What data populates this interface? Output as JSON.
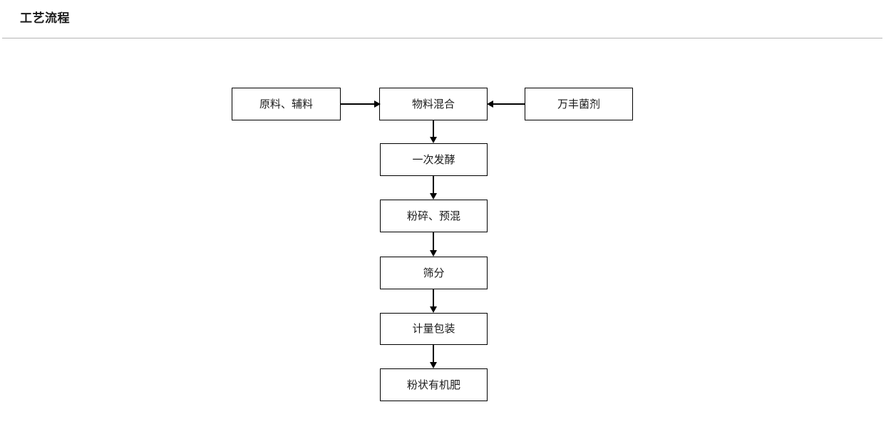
{
  "header": {
    "title": "工艺流程"
  },
  "flowchart": {
    "nodes": [
      {
        "id": "raw",
        "label": "原料、辅料"
      },
      {
        "id": "mix",
        "label": "物料混合"
      },
      {
        "id": "agent",
        "label": "万丰菌剂"
      },
      {
        "id": "ferment",
        "label": "一次发酵"
      },
      {
        "id": "crush",
        "label": "粉碎、预混"
      },
      {
        "id": "sieve",
        "label": "筛分"
      },
      {
        "id": "package",
        "label": "计量包装"
      },
      {
        "id": "product",
        "label": "粉状有机肥"
      }
    ],
    "edges": [
      {
        "from": "raw",
        "to": "mix",
        "direction": "right"
      },
      {
        "from": "agent",
        "to": "mix",
        "direction": "left"
      },
      {
        "from": "mix",
        "to": "ferment",
        "direction": "down"
      },
      {
        "from": "ferment",
        "to": "crush",
        "direction": "down"
      },
      {
        "from": "crush",
        "to": "sieve",
        "direction": "down"
      },
      {
        "from": "sieve",
        "to": "package",
        "direction": "down"
      },
      {
        "from": "package",
        "to": "product",
        "direction": "down"
      }
    ]
  },
  "colors": {
    "node_border": "#000000",
    "node_fill": "#ffffff",
    "connector": "#000000",
    "rule": "#b5b5b5",
    "text": "#1a1a1a"
  }
}
